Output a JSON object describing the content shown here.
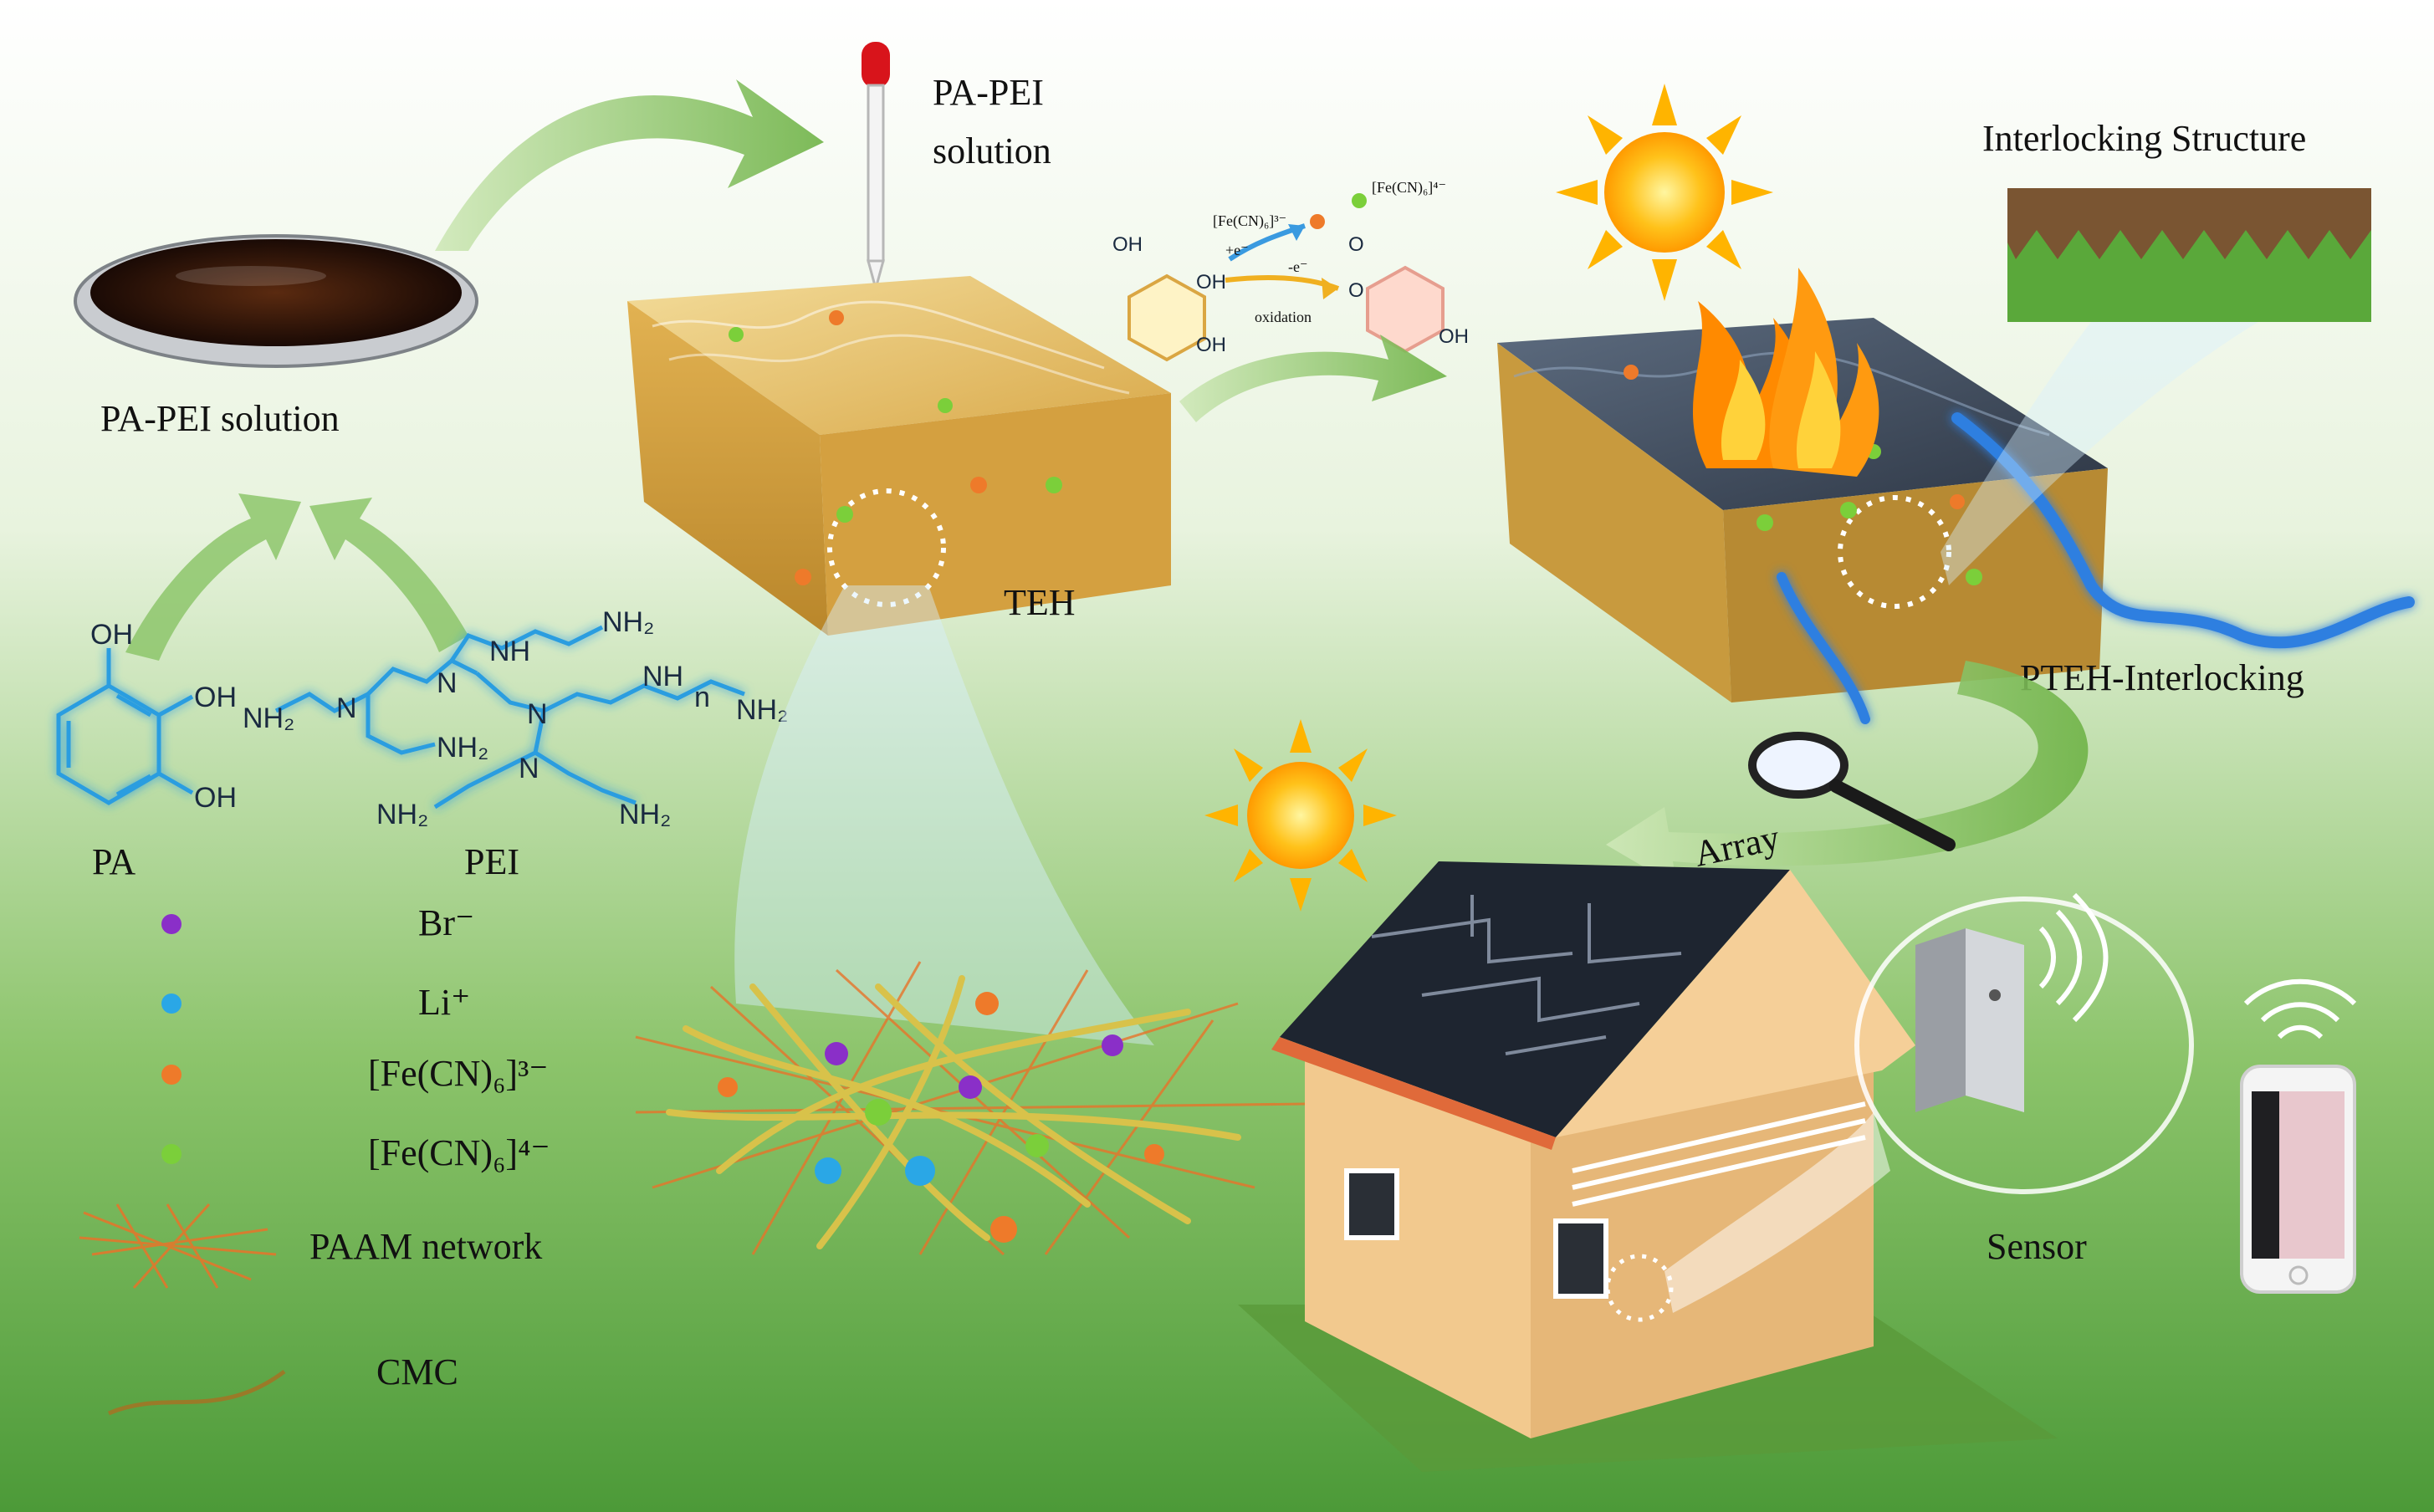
{
  "labels": {
    "pa_pei_solution_dish": "PA-PEI solution",
    "pa_pei_solution_dropper_line1": "PA-PEI",
    "pa_pei_solution_dropper_line2": "solution",
    "teh": "TEH",
    "interlocking_structure": "Interlocking Structure",
    "pteh_interlocking": "PTEH-Interlocking",
    "array": "Array",
    "sensor": "Sensor",
    "pa": "PA",
    "pei": "PEI",
    "oxidation": "oxidation",
    "e_plus": "+e⁻",
    "e_minus": "-e⁻",
    "fe3_small": "[Fe(CN)₆]³⁻",
    "fe4_small": "[Fe(CN)₆]⁴⁻"
  },
  "chem_groups": {
    "oh": "OH",
    "nh2": "NH₂",
    "nh": "NH",
    "n": "N",
    "h": "H",
    "n_sub": "n",
    "o": "O"
  },
  "legend": [
    {
      "label": "Br⁻",
      "color": "#8a2fc8",
      "kind": "dot"
    },
    {
      "label": "Li⁺",
      "color": "#2aa7e6",
      "kind": "dot"
    },
    {
      "label": "[Fe(CN)₆]³⁻",
      "color": "#ee7a2a",
      "kind": "dot"
    },
    {
      "label": "[Fe(CN)₆]⁴⁻",
      "color": "#7bcf3a",
      "kind": "dot"
    },
    {
      "label": "PAAM network",
      "color": "#e8742a",
      "kind": "mesh"
    },
    {
      "label": "CMC",
      "color": "#9a7a28",
      "kind": "line"
    }
  ],
  "colors": {
    "bg_top": "#ffffff",
    "bg_bottom": "#4f9e3c",
    "arrow_green": "#7fbf5a",
    "gel_yellow": "#e6bf63",
    "gel_dark": "#3f4c5e",
    "water_blue": "#2f7fe0",
    "sun": "#ffb400",
    "fire": "#ff8a00",
    "house_wall": "#f2c98e",
    "roof_dark": "#1e2530",
    "glow_blue": "#5fc3ff"
  },
  "icons": [
    "sun-icon",
    "flame-icon",
    "dropper-icon",
    "magnifier-icon",
    "wifi-icon",
    "smartphone-icon",
    "sensor-device-icon",
    "house-icon"
  ]
}
